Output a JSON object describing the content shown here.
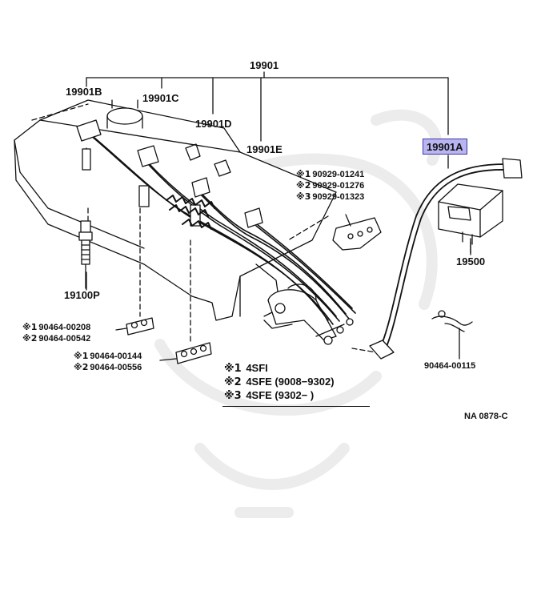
{
  "part_labels": {
    "harness": "19901",
    "cord_b": "19901B",
    "cord_c": "19901C",
    "cord_d": "19901D",
    "cord_e": "19901E",
    "cord_a": "19901A",
    "coil": "19500",
    "spark_plug": "19100P",
    "clamp_bolt": "90464-00115"
  },
  "notes_right": [
    {
      "mark": "※1",
      "part": "90929-01241"
    },
    {
      "mark": "※2",
      "part": "90929-01276"
    },
    {
      "mark": "※3",
      "part": "90929-01323"
    }
  ],
  "clamp_group_1": [
    {
      "mark": "※1",
      "part": "90464-00208"
    },
    {
      "mark": "※2",
      "part": "90464-00542"
    }
  ],
  "clamp_group_2": [
    {
      "mark": "※1",
      "part": "90464-00144"
    },
    {
      "mark": "※2",
      "part": "90464-00556"
    }
  ],
  "legend": [
    {
      "mark": "※1",
      "text": "4SFI"
    },
    {
      "mark": "※2",
      "text": "4SFE (9008−9302)"
    },
    {
      "mark": "※3",
      "text": "4SFE (9302−        )"
    }
  ],
  "diagram_code": "NA 0878-C",
  "colors": {
    "line": "#111111",
    "highlight": "#b9b4f2",
    "highlight_border": "#3c3aa0",
    "watermark": "#ececec"
  }
}
